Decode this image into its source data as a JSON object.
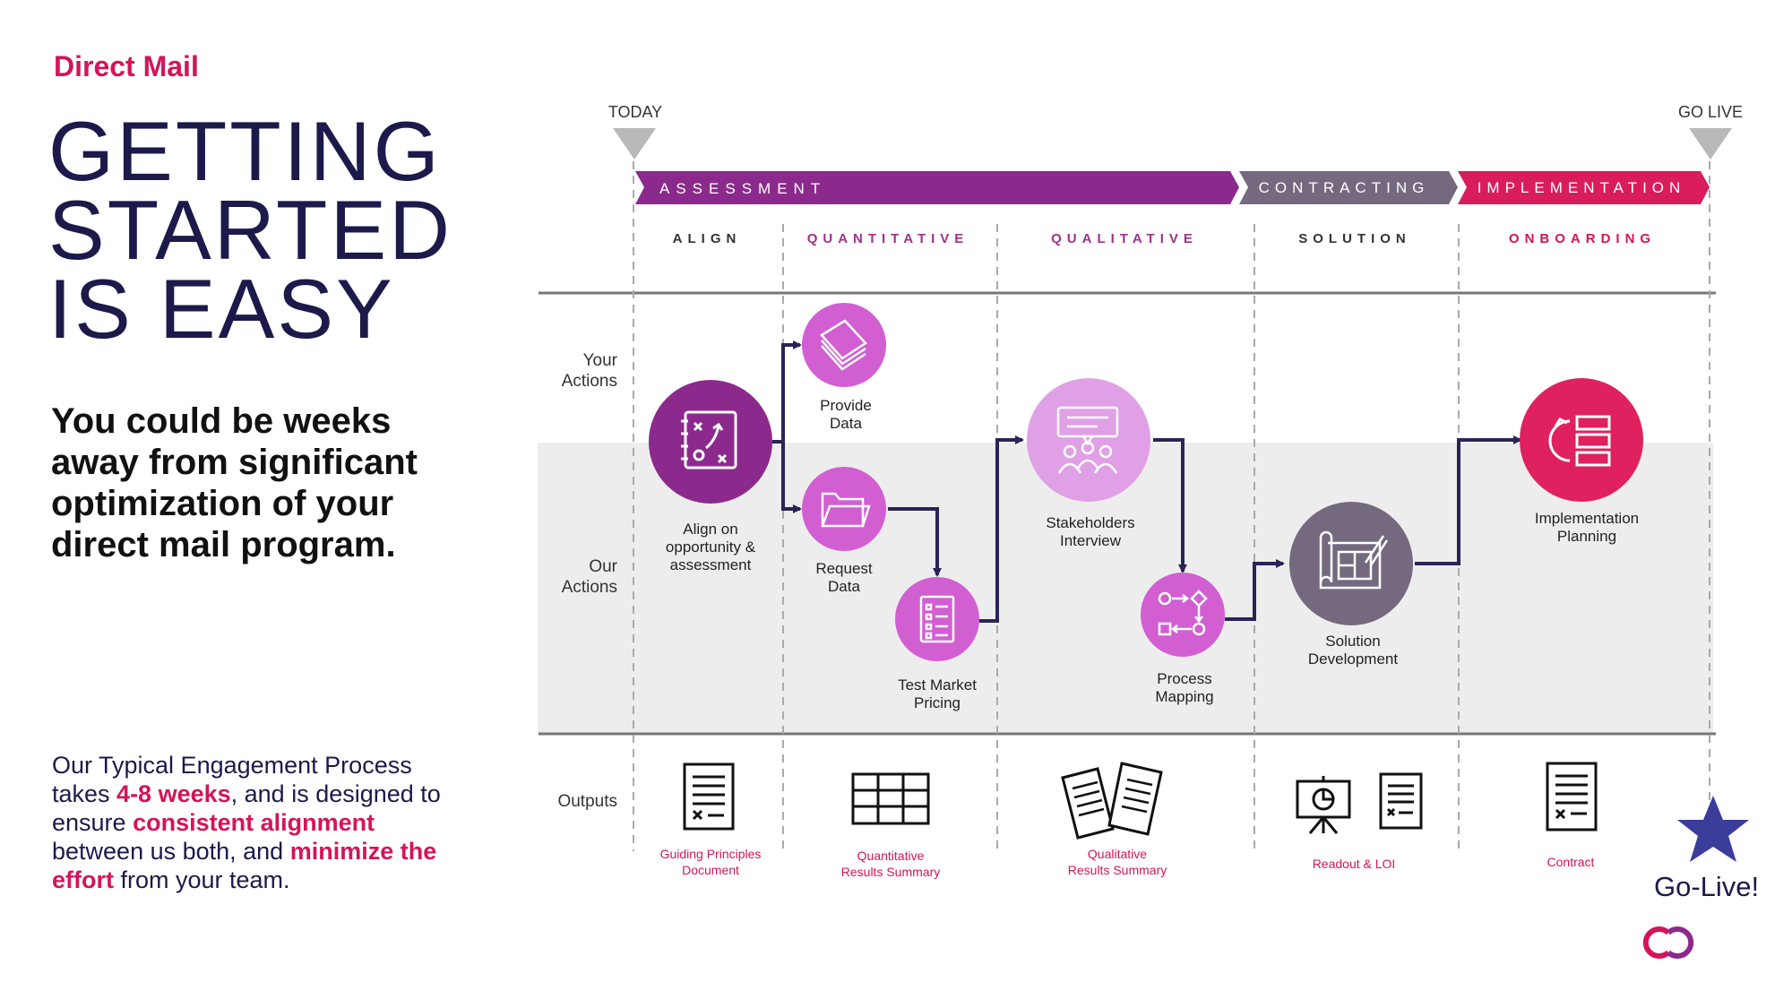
{
  "eyebrow": "Direct Mail",
  "headline": [
    "GETTING",
    "STARTED",
    "IS EASY"
  ],
  "subhead": "You could be weeks away from significant optimization of your direct mail program.",
  "intro": {
    "p1": "Our Typical Engagement Process takes ",
    "h1": "4-8 weeks",
    "p2": ", and is designed to ensure ",
    "h2": "consistent alignment",
    "p3": " between us both, and ",
    "h3": "minimize the effort",
    "p4": " from your team."
  },
  "timeline": {
    "start": "TODAY",
    "end": "GO LIVE"
  },
  "phases": [
    {
      "label": "ASSESSMENT",
      "color": "#8b2a8c"
    },
    {
      "label": "CONTRACTING",
      "color": "#75697f"
    },
    {
      "label": "IMPLEMENTATION",
      "color": "#d91d5c"
    }
  ],
  "stages": [
    {
      "label": "ALIGN",
      "color": "#333333"
    },
    {
      "label": "QUANTITATIVE",
      "color": "#a0308a"
    },
    {
      "label": "QUALITATIVE",
      "color": "#a0308a"
    },
    {
      "label": "SOLUTION",
      "color": "#333333"
    },
    {
      "label": "ONBOARDING",
      "color": "#d4145a"
    }
  ],
  "rows": {
    "your_actions": [
      "Your",
      "Actions"
    ],
    "our_actions": [
      "Our",
      "Actions"
    ],
    "outputs": "Outputs"
  },
  "steps": [
    {
      "icon": "strategy-board-icon",
      "lines": [
        "Align on",
        "opportunity &",
        "assessment"
      ],
      "color": "#8b2a8c"
    },
    {
      "icon": "paper-stack-icon",
      "lines": [
        "Provide",
        "Data"
      ],
      "color": "#d25fd2"
    },
    {
      "icon": "folder-icon",
      "lines": [
        "Request",
        "Data"
      ],
      "color": "#d25fd2"
    },
    {
      "icon": "checklist-icon",
      "lines": [
        "Test Market",
        "Pricing"
      ],
      "color": "#d25fd2"
    },
    {
      "icon": "meeting-icon",
      "lines": [
        "Stakeholders",
        "Interview"
      ],
      "color": "#e0a0e6"
    },
    {
      "icon": "process-flow-icon",
      "lines": [
        "Process",
        "Mapping"
      ],
      "color": "#d25fd2"
    },
    {
      "icon": "blueprint-icon",
      "lines": [
        "Solution",
        "Development"
      ],
      "color": "#75697f"
    },
    {
      "icon": "planning-icon",
      "lines": [
        "Implementation",
        "Planning"
      ],
      "color": "#e0215f"
    }
  ],
  "outputs": [
    {
      "icon": "document-icon",
      "lines": [
        "Guiding Principles",
        "Document"
      ]
    },
    {
      "icon": "table-icon",
      "lines": [
        "Quantitative",
        "Results Summary"
      ]
    },
    {
      "icon": "documents-icon",
      "lines": [
        "Qualitative",
        "Results Summary"
      ]
    },
    {
      "icon": "presentation-icon",
      "lines": [
        "Readout & LOI"
      ]
    },
    {
      "icon": "contract-icon",
      "lines": [
        "Contract"
      ]
    }
  ],
  "golive": "Go-Live!",
  "colors": {
    "accent": "#d4145a",
    "navy": "#1c1a4a",
    "line": "#2a2456",
    "band": "#ededed"
  }
}
